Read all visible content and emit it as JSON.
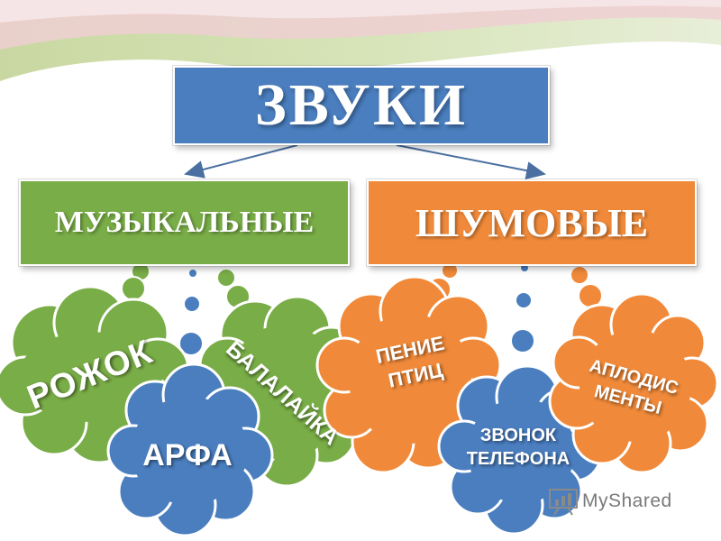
{
  "title": "ЗВУКИ",
  "categories": {
    "musical": {
      "label": "МУЗЫКАЛЬНЫЕ"
    },
    "noise": {
      "label": "ШУМОВЫЕ"
    }
  },
  "musical_items": {
    "rozhok": "РОЖОК",
    "balalaika": "БАЛАЛАЙКА",
    "arfa": "АРФА"
  },
  "noise_items": {
    "penie_line1": "ПЕНИЕ",
    "penie_line2": "ПТИЦ",
    "zvonok_line1": "ЗВОНОК",
    "zvonok_line2": "ТЕЛЕФОНА",
    "aplod_line1": "АПЛОДИС",
    "aplod_line2": "МЕНТЫ"
  },
  "watermark": {
    "text": "MyShared"
  },
  "colors": {
    "title_box": "#4a7ebf",
    "musical": "#79ad47",
    "noise": "#f08a3a",
    "blue_cloud": "#4a7ebf",
    "arrow": "#4a6fa0"
  }
}
